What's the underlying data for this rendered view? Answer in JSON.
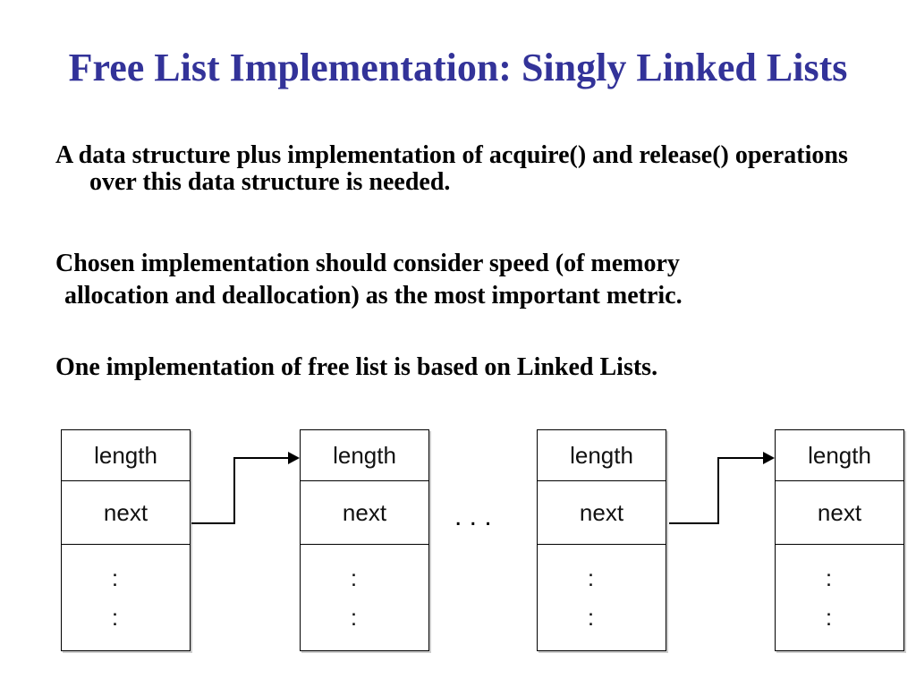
{
  "slide": {
    "background_color": "#ffffff",
    "title": {
      "text": "Free List Implementation: Singly Linked Lists",
      "color": "#333399"
    },
    "body": {
      "color": "#000000",
      "lines": [
        "A data structure plus implementation of acquire() and release() operations",
        "over this data structure is needed.",
        "Chosen implementation should consider speed (of memory",
        "allocation and deallocation) as the most important metric.",
        "One implementation of free list is based on Linked Lists."
      ]
    },
    "diagram": {
      "line_color": "#000000",
      "ellipsis": ". . .",
      "nodes": [
        {
          "fields": [
            "length",
            "next"
          ],
          "dots": [
            ":",
            ":"
          ]
        },
        {
          "fields": [
            "length",
            "next"
          ],
          "dots": [
            ":",
            ":"
          ]
        },
        {
          "fields": [
            "length",
            "next"
          ],
          "dots": [
            ":",
            ":"
          ]
        },
        {
          "fields": [
            "length",
            "next"
          ],
          "dots": [
            ":",
            ":"
          ]
        }
      ]
    }
  }
}
